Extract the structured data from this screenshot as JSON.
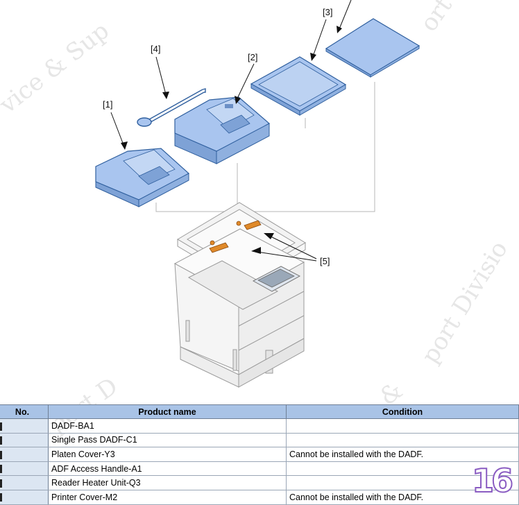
{
  "callouts": {
    "c1": "[1]",
    "c2": "[2]",
    "c3": "[3]",
    "c4": "[4]",
    "c5": "[5]"
  },
  "watermarks": {
    "w1": "vice & Sup",
    "w2": "ort",
    "w3": "port Divisio",
    "w4": "port D",
    "w5": "&"
  },
  "table": {
    "headers": {
      "no": "No.",
      "product": "Product name",
      "condition": "Condition"
    },
    "rows": [
      {
        "product": "DADF-BA1",
        "condition": ""
      },
      {
        "product": "Single Pass DADF-C1",
        "condition": ""
      },
      {
        "product": "Platen Cover-Y3",
        "condition": "Cannot be installed with the DADF."
      },
      {
        "product": "ADF Access Handle-A1",
        "condition": ""
      },
      {
        "product": "Reader Heater Unit-Q3",
        "condition": ""
      },
      {
        "product": "Printer Cover-M2",
        "condition": "Cannot be installed with the DADF."
      }
    ]
  },
  "page_number": "16",
  "colors": {
    "option_fill": "#a9c5ef",
    "option_stroke": "#2f5f9e",
    "header_fill": "#a9c3e6",
    "heater_orange": "#e08a2a",
    "badge_stroke": "#8a5cc2"
  }
}
